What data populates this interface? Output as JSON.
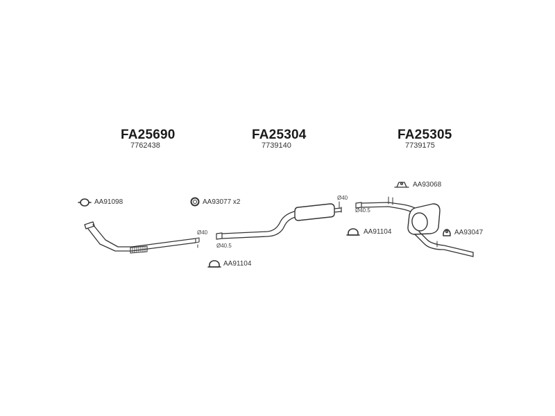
{
  "groups": [
    {
      "code": "FA25690",
      "oem": "7762438"
    },
    {
      "code": "FA25304",
      "oem": "7739140"
    },
    {
      "code": "FA25305",
      "oem": "7739175"
    }
  ],
  "parts": {
    "clamp_left": "AA91098",
    "ring": "AA93077 x2",
    "clamp_mid": "AA91104",
    "clamp_right": "AA91104",
    "hanger_top": "AA93068",
    "hanger_right": "AA93047"
  },
  "dimensions": {
    "d40_a": "Ø40",
    "d405_a": "Ø40.5",
    "d40_b": "Ø40",
    "d405_b": "Ø40.5"
  }
}
